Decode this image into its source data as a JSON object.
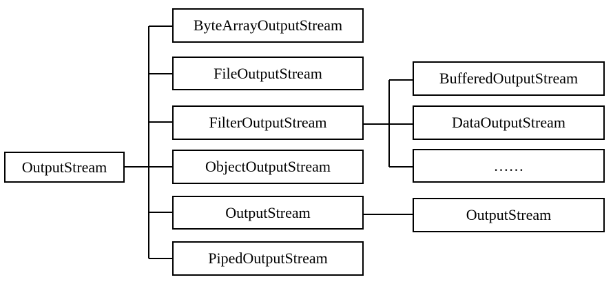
{
  "diagram": {
    "root": {
      "label": "OutputStream"
    },
    "children": [
      {
        "label": "ByteArrayOutputStream"
      },
      {
        "label": "FileOutputStream"
      },
      {
        "label": "FilterOutputStream"
      },
      {
        "label": "ObjectOutputStream"
      },
      {
        "label": "OutputStream"
      },
      {
        "label": "PipedOutputStream"
      }
    ],
    "filter_children": [
      {
        "label": "BufferedOutputStream"
      },
      {
        "label": "DataOutputStream"
      },
      {
        "label": "……"
      }
    ],
    "output_child": {
      "label": "OutputStream"
    }
  }
}
